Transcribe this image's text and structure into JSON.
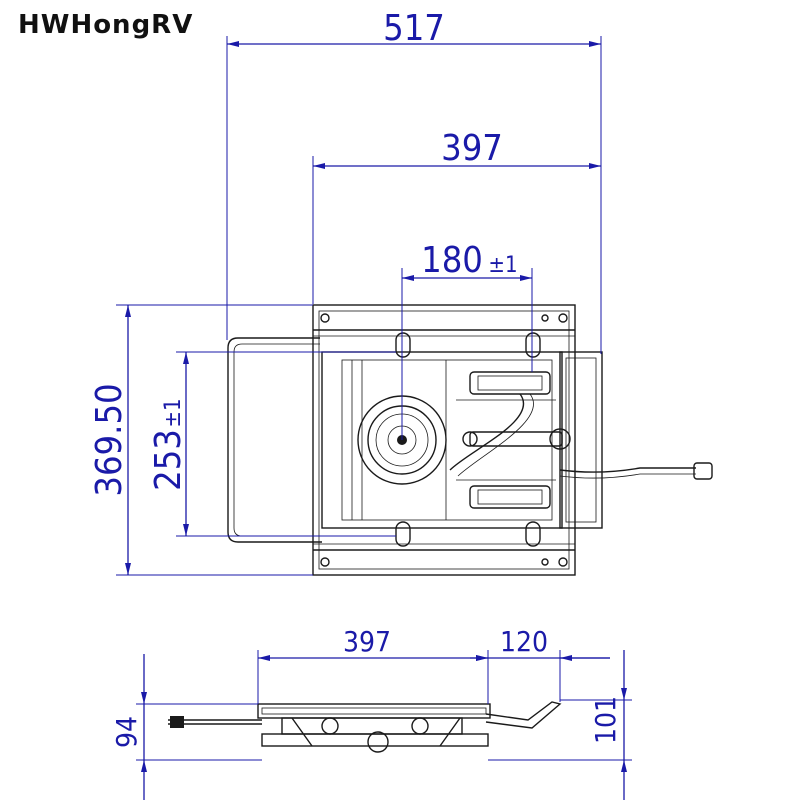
{
  "brand": "HWHongRV",
  "colors": {
    "dimension": "#1a1aa8",
    "drawing": "#1a1a1a",
    "background": "#ffffff"
  },
  "dimensions": {
    "top_total_width": "517",
    "top_base_width": "397",
    "top_slot_spacing": "180",
    "top_slot_spacing_tol": "±1",
    "top_total_height": "369.50",
    "top_slot_height": "253",
    "top_slot_height_tol": "±1",
    "side_base_width": "397",
    "side_handle_extension": "120",
    "side_left_height": "94",
    "side_right_height": "101"
  }
}
